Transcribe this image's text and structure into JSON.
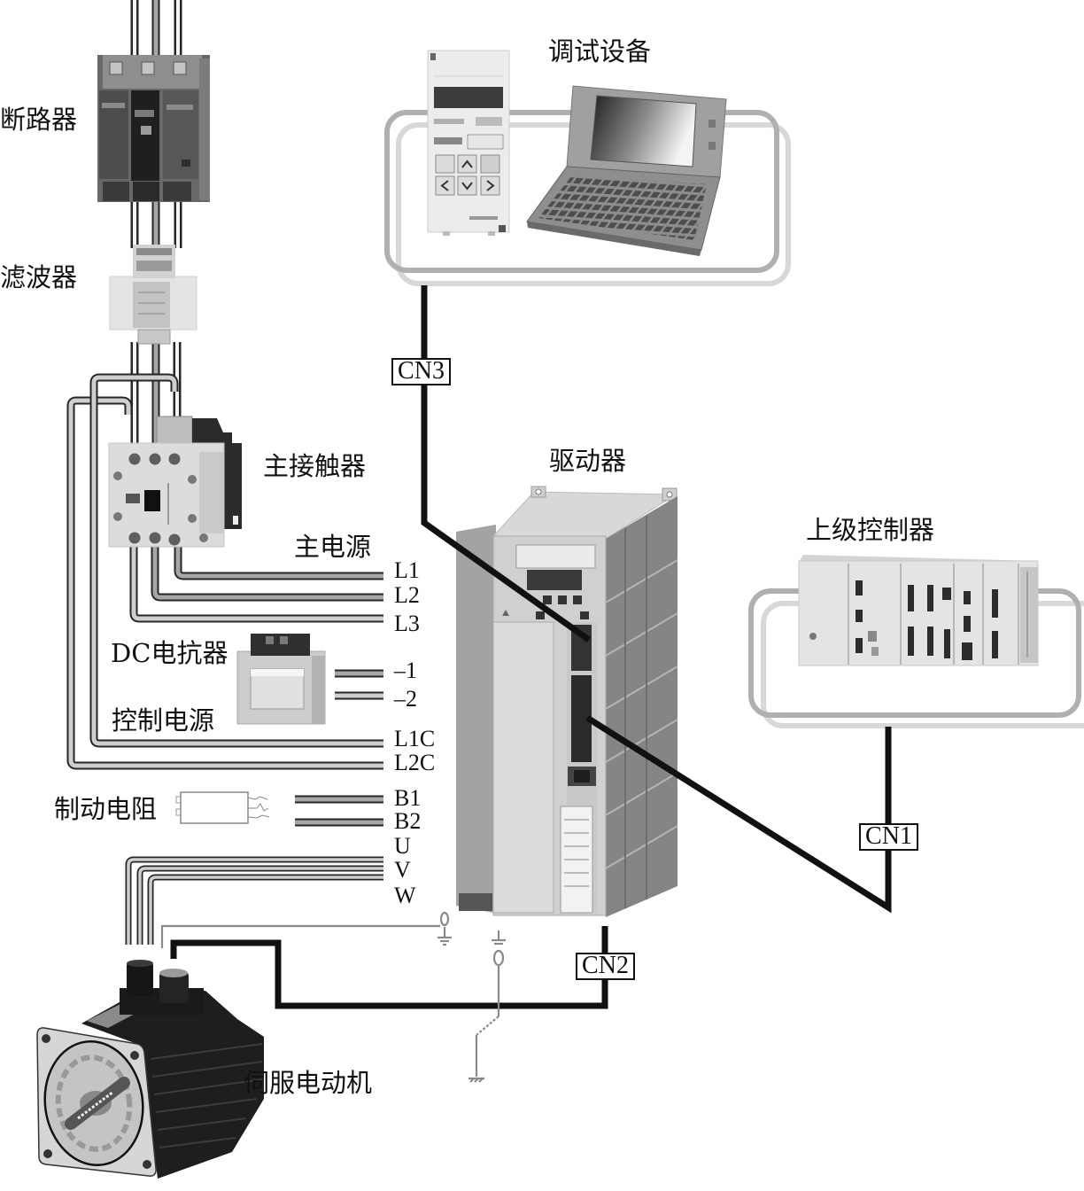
{
  "components": {
    "circuit_breaker": "断路器",
    "filter": "滤波器",
    "debug_equipment": "调试设备",
    "main_contactor": "主接触器",
    "drive": "驱动器",
    "host_controller": "上级控制器",
    "main_power": "主电源",
    "dc_reactor": "DC电抗器",
    "control_power": "控制电源",
    "brake_resistor": "制动电阻",
    "servo_motor": "伺服电动机"
  },
  "terminals": [
    "L1",
    "L2",
    "L3",
    "–1",
    "–2",
    "L1C",
    "L2C",
    "B1",
    "B2",
    "U",
    "V",
    "W"
  ],
  "connectors": {
    "debug_link": "CN3",
    "host_link": "CN1",
    "motor_encoder_link": "CN2"
  },
  "icons": {
    "operator_keys": [
      "mode-key-icon",
      "up-arrow-icon",
      "data-key-icon",
      "left-arrow-icon",
      "down-arrow-icon",
      "right-arrow-icon"
    ],
    "ground": [
      "ground-icon",
      "ground-icon",
      "earth-ground-icon"
    ]
  },
  "colors": {
    "background": "#ffffff",
    "text": "#111111",
    "cable": "#111111",
    "wire": "#a6a6a6",
    "frame": "#b0b0b0"
  }
}
